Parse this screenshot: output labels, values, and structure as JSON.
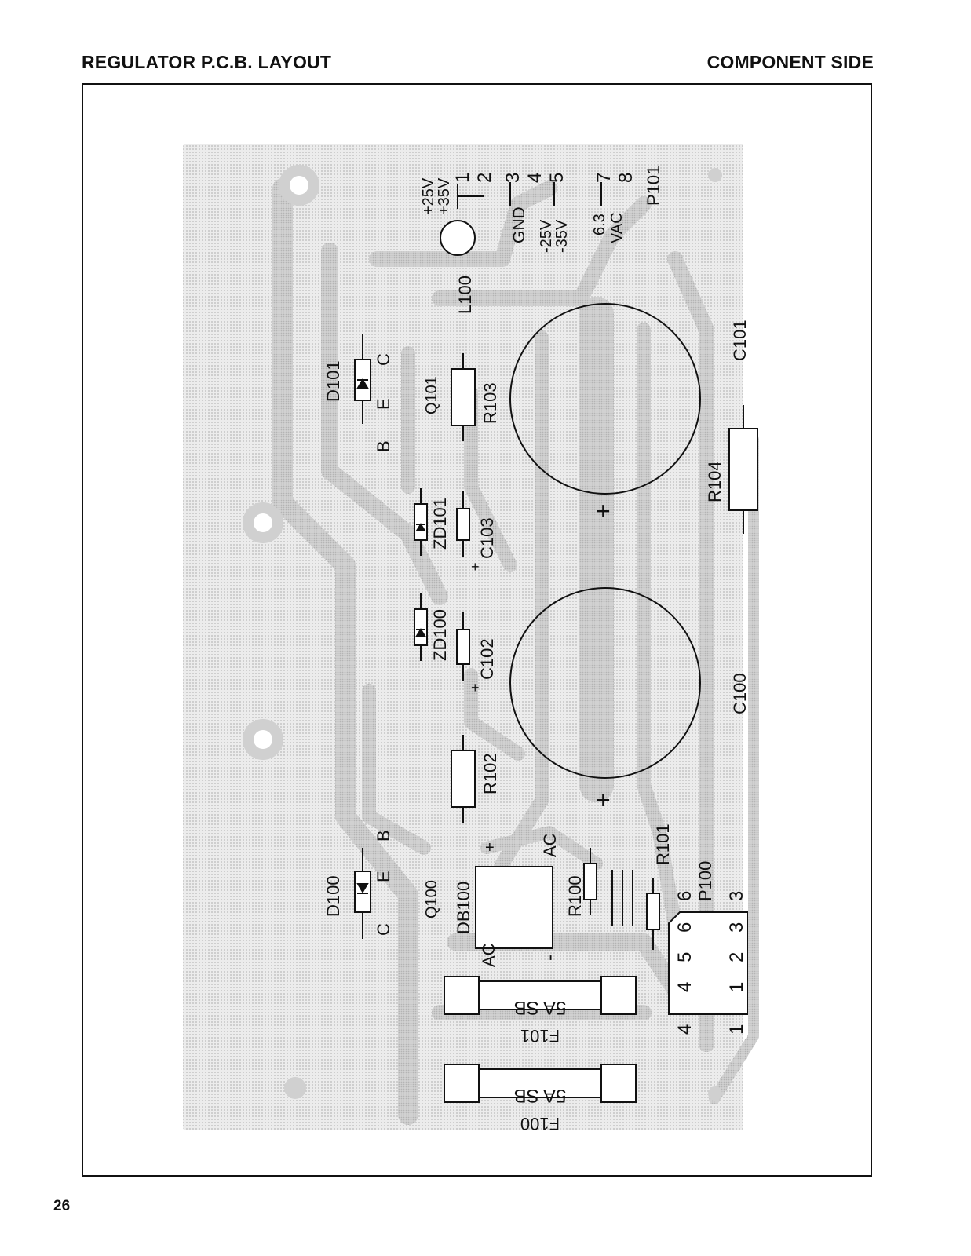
{
  "header": {
    "title": "REGULATOR P.C.B. LAYOUT",
    "side": "COMPONENT SIDE"
  },
  "page_number": "26",
  "colors": {
    "ink": "#111111",
    "copper": "#c9c9c9",
    "board": "#e6e6e6",
    "paper": "#ffffff"
  },
  "connector_p101": {
    "pins": [
      "1",
      "2",
      "3",
      "4",
      "5",
      "7",
      "8"
    ],
    "supply_pos": "+25V",
    "supply_pos_alt": "+35V",
    "gnd": "GND",
    "supply_neg": "-25V",
    "supply_neg_alt": "-35V",
    "ac_a": "6.3",
    "ac_b": "VAC",
    "name": "P101"
  },
  "components": {
    "l100": "L100",
    "d101": "D101",
    "q101": "Q101",
    "q101_c": "C",
    "q101_e": "E",
    "q101_b": "B",
    "r103": "R103",
    "c101": "C101",
    "r104": "R104",
    "zd101": "ZD101",
    "c103": "C103",
    "zd100": "ZD100",
    "c102": "C102",
    "c100": "C100",
    "r102": "R102",
    "d100": "D100",
    "q100": "Q100",
    "q100_c": "C",
    "q100_e": "E",
    "q100_b": "B",
    "db100": "DB100",
    "ac": "AC",
    "plus": "+",
    "minus": "-",
    "r100": "R100",
    "r101": "R101",
    "p100": "P100",
    "f101": "F101",
    "f100": "F100",
    "fuse_rating": "5A SB",
    "p100_pins_inner": [
      "4",
      "5",
      "6",
      "1",
      "2",
      "3"
    ],
    "p100_pin6": "6",
    "p100_pin3": "3",
    "p100_pin4": "4",
    "p100_pin1": "1"
  }
}
